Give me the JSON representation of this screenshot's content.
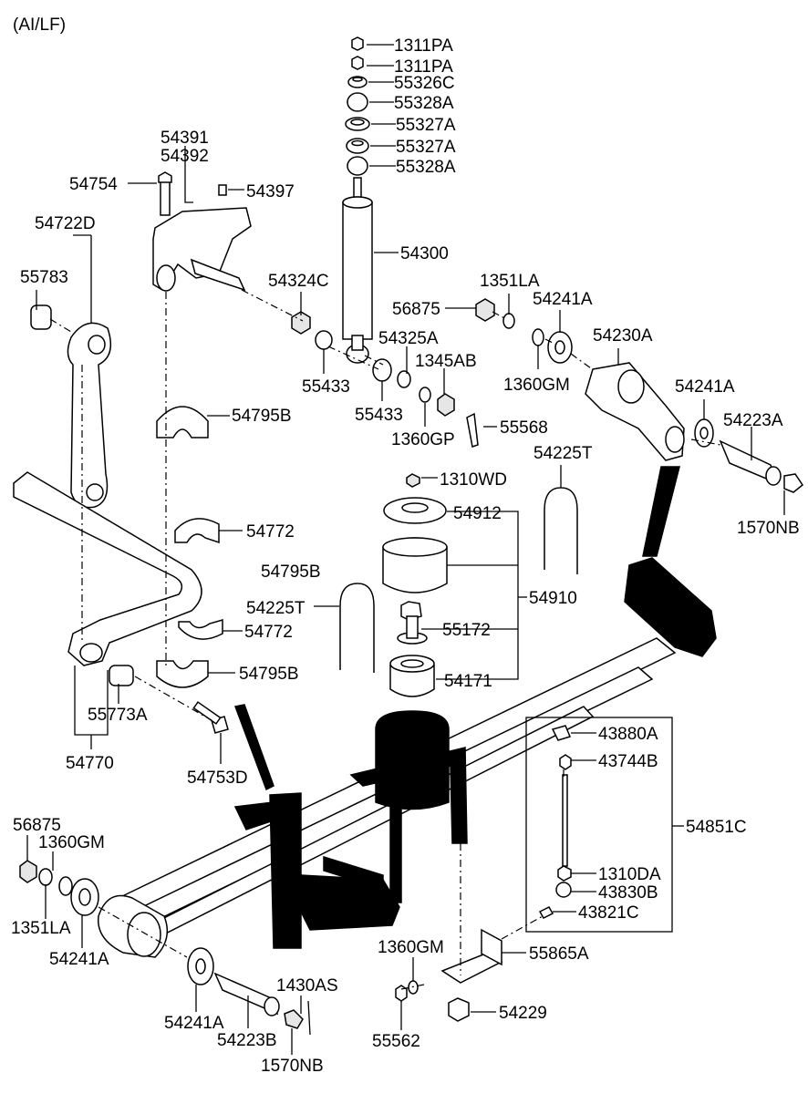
{
  "header": {
    "variant": "(AI/LF)"
  },
  "callouts": [
    "1311PA",
    "1311PA",
    "55326C",
    "55328A",
    "55327A",
    "55327A",
    "55328A",
    "54391",
    "54392",
    "54754",
    "54397",
    "54300",
    "54722D",
    "55783",
    "54324C",
    "55433",
    "1351LA",
    "56875",
    "54241A",
    "54325A",
    "1345AB",
    "55433",
    "1360GM",
    "54230A",
    "54241A",
    "54223A",
    "55568",
    "1360GP",
    "54795B",
    "54225T",
    "1310WD",
    "54912",
    "1570NB",
    "54772",
    "54795B",
    "54910",
    "54225T",
    "55172",
    "54772",
    "54795B",
    "54171",
    "55773A",
    "54770",
    "54753D",
    "43880A",
    "43744B",
    "54851C",
    "1310DA",
    "43830B",
    "43821C",
    "56875",
    "1360GM",
    "1351LA",
    "54241A",
    "55865A",
    "1360GM",
    "1430AS",
    "54241A",
    "54223B",
    "1570NB",
    "55562",
    "54229"
  ]
}
